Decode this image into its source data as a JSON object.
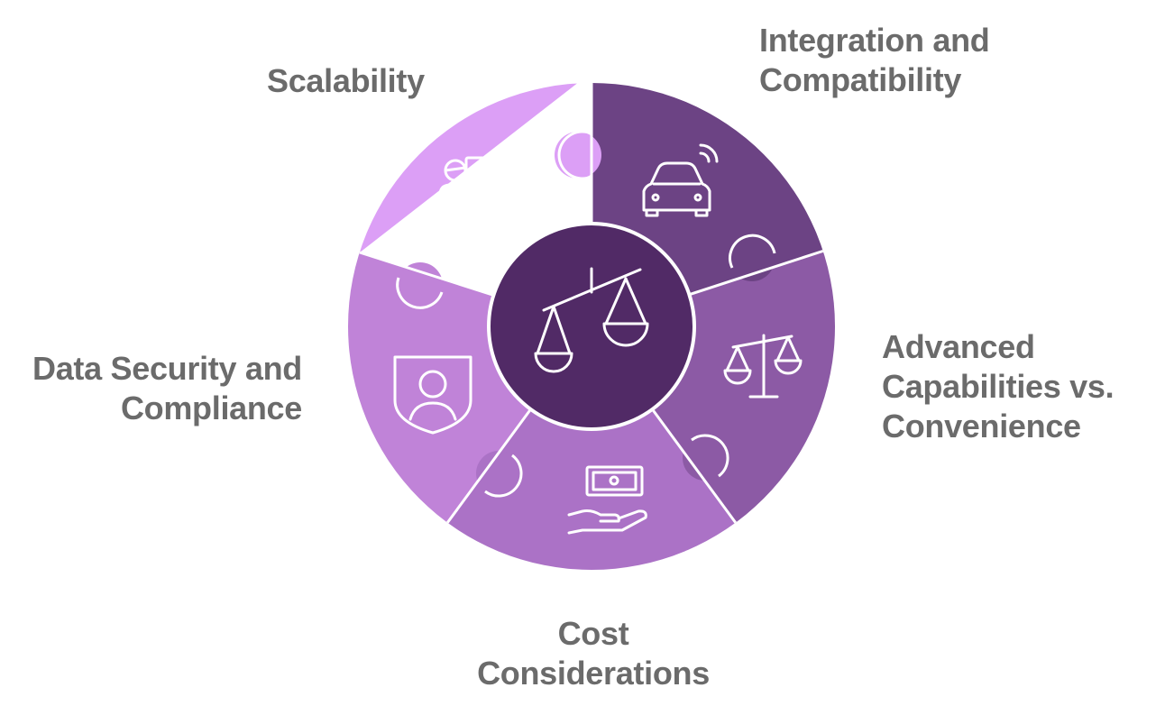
{
  "diagram": {
    "center_icon": "scales-icon",
    "segments": [
      {
        "id": "scalability",
        "lines": [
          "Scalability"
        ],
        "color": "#dc9ff6",
        "icon": "presenter-growth-icon"
      },
      {
        "id": "integration",
        "lines": [
          "Integration and",
          "Compatibility"
        ],
        "color": "#6c4384",
        "icon": "connected-car-icon"
      },
      {
        "id": "advanced",
        "lines": [
          "Advanced",
          "Capabilities vs.",
          "Convenience"
        ],
        "color": "#8c5aa5",
        "icon": "balance-icon"
      },
      {
        "id": "cost",
        "lines": [
          "Cost",
          "Considerations"
        ],
        "color": "#ab72c6",
        "icon": "money-hand-icon"
      },
      {
        "id": "data-security",
        "lines": [
          "Data Security and",
          "Compliance"
        ],
        "color": "#c083d8",
        "icon": "shield-user-icon"
      }
    ],
    "center_color": "#512a66",
    "label_color": "#6b6b6b"
  }
}
